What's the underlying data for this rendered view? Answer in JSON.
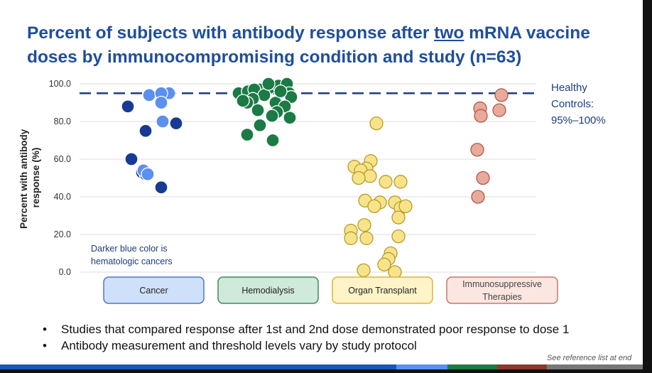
{
  "title": {
    "part1": "Percent of subjects with antibody response after ",
    "underlined": "two",
    "part2": " mRNA vaccine doses by immunocompromising condition and study (n=63)"
  },
  "colors": {
    "title": "#1f4e9a",
    "cancer_dark": "#173b94",
    "cancer_light": "#5b8ff0",
    "hemodialysis": "#1b7a45",
    "organ_transplant": "#f7e48a",
    "immunosuppressive": "#e8aa9a",
    "reference_line": "#1f3d7a"
  },
  "chart_data": {
    "type": "scatter",
    "ylabel": "Percent with antibody response (%)",
    "ylim": [
      0,
      100
    ],
    "yticks": [
      "0.0",
      "20.0",
      "40.0",
      "60.0",
      "80.0",
      "100.0"
    ],
    "grid": true,
    "categories": [
      "Cancer",
      "Hemodialysis",
      "Organ Transplant",
      "Immunosuppressive Therapies"
    ],
    "reference_line": {
      "value": 95,
      "label_lines": [
        "Healthy",
        "Controls:",
        "95%–100%"
      ]
    },
    "annotation_lines": [
      "Darker blue color is",
      "hematologic cancers"
    ],
    "series": [
      {
        "category": "Cancer",
        "subgroup": "hematologic",
        "color": "#173b94",
        "values": [
          88,
          75,
          79,
          60,
          53,
          52,
          45
        ]
      },
      {
        "category": "Cancer",
        "subgroup": "other",
        "color": "#5b8ff0",
        "values": [
          94,
          95,
          95,
          90,
          80,
          54,
          52
        ]
      },
      {
        "category": "Hemodialysis",
        "color": "#1b7a45",
        "values": [
          95,
          96,
          97,
          98,
          99,
          100,
          97,
          95,
          93,
          94,
          92,
          90,
          90,
          88,
          86,
          85,
          83,
          82,
          78,
          73,
          70,
          100,
          96,
          91
        ]
      },
      {
        "category": "Organ Transplant",
        "color": "#f7e48a",
        "values": [
          79,
          59,
          56,
          55,
          54,
          51,
          50,
          48,
          48,
          38,
          37,
          37,
          35,
          34,
          35,
          29,
          25,
          22,
          19,
          18,
          18,
          10,
          7,
          4,
          1,
          0
        ]
      },
      {
        "category": "Immunosuppressive Therapies",
        "color": "#e8aa9a",
        "values": [
          94,
          87,
          86,
          83,
          65,
          50,
          40
        ]
      }
    ]
  },
  "bullets": [
    "Studies that compared response after 1st and 2nd dose demonstrated poor response to dose 1",
    "Antibody measurement and threshold levels vary by study protocol"
  ],
  "reference_note": "See reference list at end",
  "bottom_bar_colors": [
    "#1a57b5",
    "#5b8ff0",
    "#1b7a45",
    "#8a3a2a",
    "#777777"
  ]
}
